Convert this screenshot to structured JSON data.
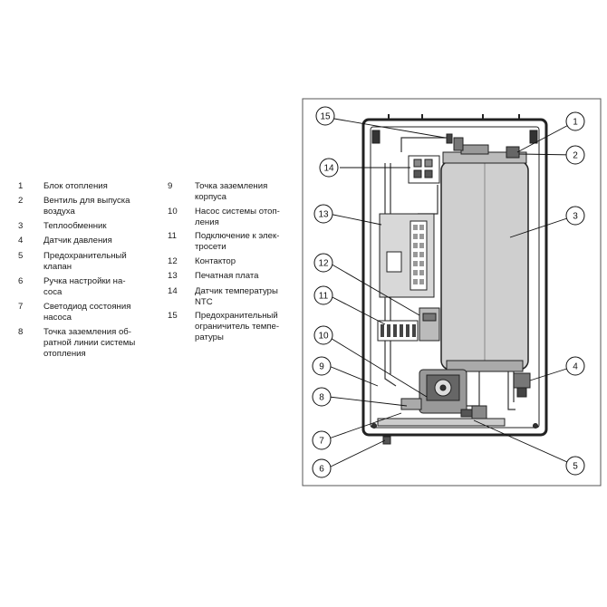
{
  "legend_left": [
    {
      "num": "1",
      "text": "Блок отопления"
    },
    {
      "num": "2",
      "text": "Вентиль для выпуска\nвоздуха"
    },
    {
      "num": "3",
      "text": "Теплообменник"
    },
    {
      "num": "4",
      "text": "Датчик давления"
    },
    {
      "num": "5",
      "text": "Предохранительный\nклапан"
    },
    {
      "num": "6",
      "text": "Ручка настройки на-\nсоса"
    },
    {
      "num": "7",
      "text": "Светодиод состояния\nнасоса"
    },
    {
      "num": "8",
      "text": "Точка заземления об-\nратной линии системы\nотопления"
    }
  ],
  "legend_right": [
    {
      "num": "9",
      "text": "Точка заземления\nкорпуса"
    },
    {
      "num": "10",
      "text": "Насос системы отоп-\nления"
    },
    {
      "num": "11",
      "text": "Подключение к элек-\nтросети"
    },
    {
      "num": "12",
      "text": "Контактор"
    },
    {
      "num": "13",
      "text": "Печатная плата"
    },
    {
      "num": "14",
      "text": "Датчик температуры\nNTC"
    },
    {
      "num": "15",
      "text": "Предохранительный\nограничитель темпе-\nратуры"
    }
  ],
  "callouts": [
    "1",
    "2",
    "3",
    "4",
    "5",
    "6",
    "7",
    "8",
    "9",
    "10",
    "11",
    "12",
    "13",
    "14",
    "15"
  ]
}
